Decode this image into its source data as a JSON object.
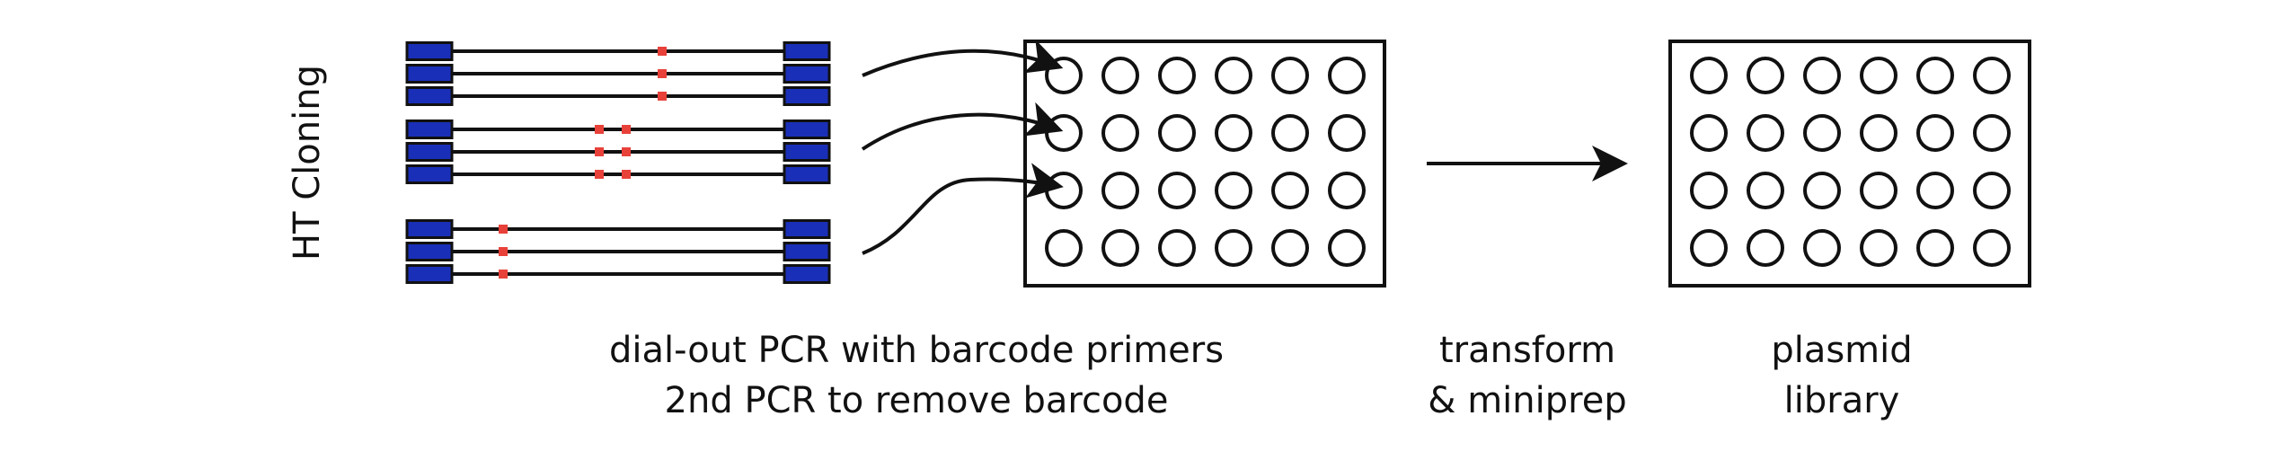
{
  "diagram": {
    "side_title": "HT Cloning",
    "captions": {
      "pcr": [
        "dial-out PCR with barcode primers",
        "2nd PCR to remove barcode"
      ],
      "transform": [
        "transform",
        "& miniprep"
      ],
      "library": [
        "plasmid",
        "library"
      ]
    },
    "colors": {
      "barcode_block": "#1a2fb8",
      "mutation_mark": "#e8413a",
      "line": "#111111"
    },
    "amplicon_groups": [
      {
        "mutations_per_strand": 1,
        "strands": 3
      },
      {
        "mutations_per_strand": 2,
        "strands": 3
      },
      {
        "mutations_per_strand": 1,
        "strands": 3
      }
    ],
    "plates": [
      {
        "name": "pcr-plate",
        "rows": 4,
        "cols": 6
      },
      {
        "name": "plasmid-library-plate",
        "rows": 4,
        "cols": 6
      }
    ],
    "arrows": [
      "group-1-to-plate",
      "group-2-to-plate",
      "group-3-to-plate",
      "transform-arrow"
    ]
  }
}
